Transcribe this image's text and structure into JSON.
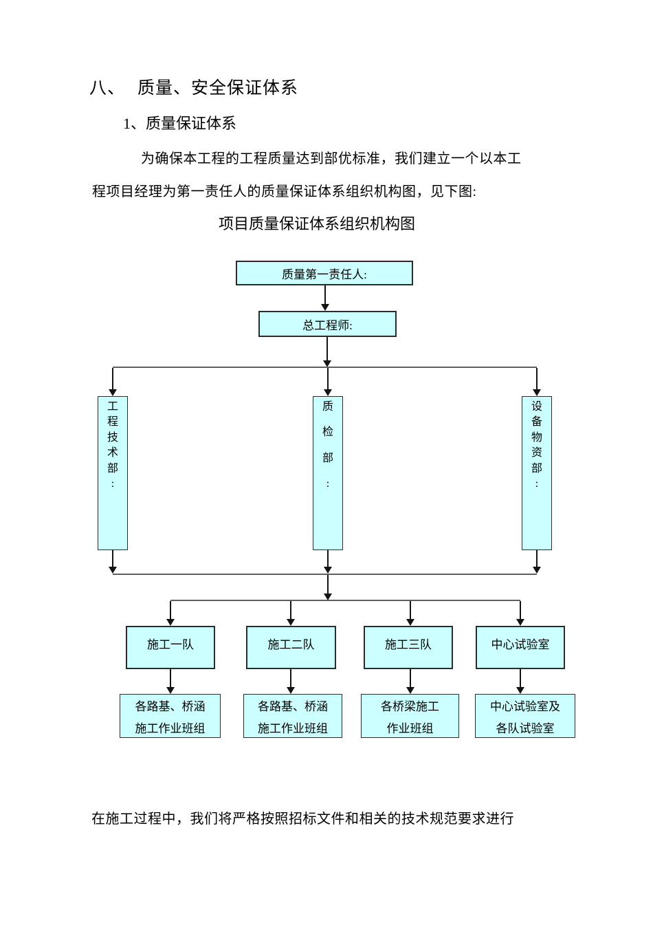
{
  "document": {
    "heading": {
      "number": "八、",
      "title": "质量、安全保证体系"
    },
    "subheading": "1、质量保证体系",
    "paragraph": {
      "line1": "为确保本工程的工程质量达到部优标准，我们建立一个以本工",
      "line2": "程项目经理为第一责任人的质量保证体系组织机构图，见下图:"
    },
    "diagram_title": "项目质量保证体系组织机构图",
    "footer": "在施工过程中，我们将严格按照招标文件和相关的技术规范要求进行"
  },
  "org_chart": {
    "level1": "质量第一责任人:",
    "level2": "总工程师:",
    "level3": [
      "工程技术部:",
      "质检部:",
      "设备物资部:"
    ],
    "level4": [
      "施工一队",
      "施工二队",
      "施工三队",
      "中心试验室"
    ],
    "level5": [
      [
        "各路基、桥涵",
        "施工作业班组"
      ],
      [
        "各路基、桥涵",
        "施工作业班组"
      ],
      [
        "各桥梁施工",
        "作业班组"
      ],
      [
        "中心试验室及",
        "各队试验室"
      ]
    ],
    "colors": {
      "box_fill": "#CCFFFF",
      "box_border": "#2B2B2B",
      "connector": "#141414",
      "rail": "#5F5F5F"
    }
  }
}
